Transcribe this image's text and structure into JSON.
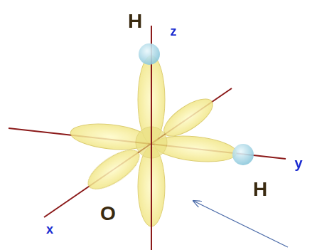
{
  "diagram": {
    "labels": [
      "H",
      "z",
      "H",
      "y",
      "x",
      "O"
    ]
  }
}
